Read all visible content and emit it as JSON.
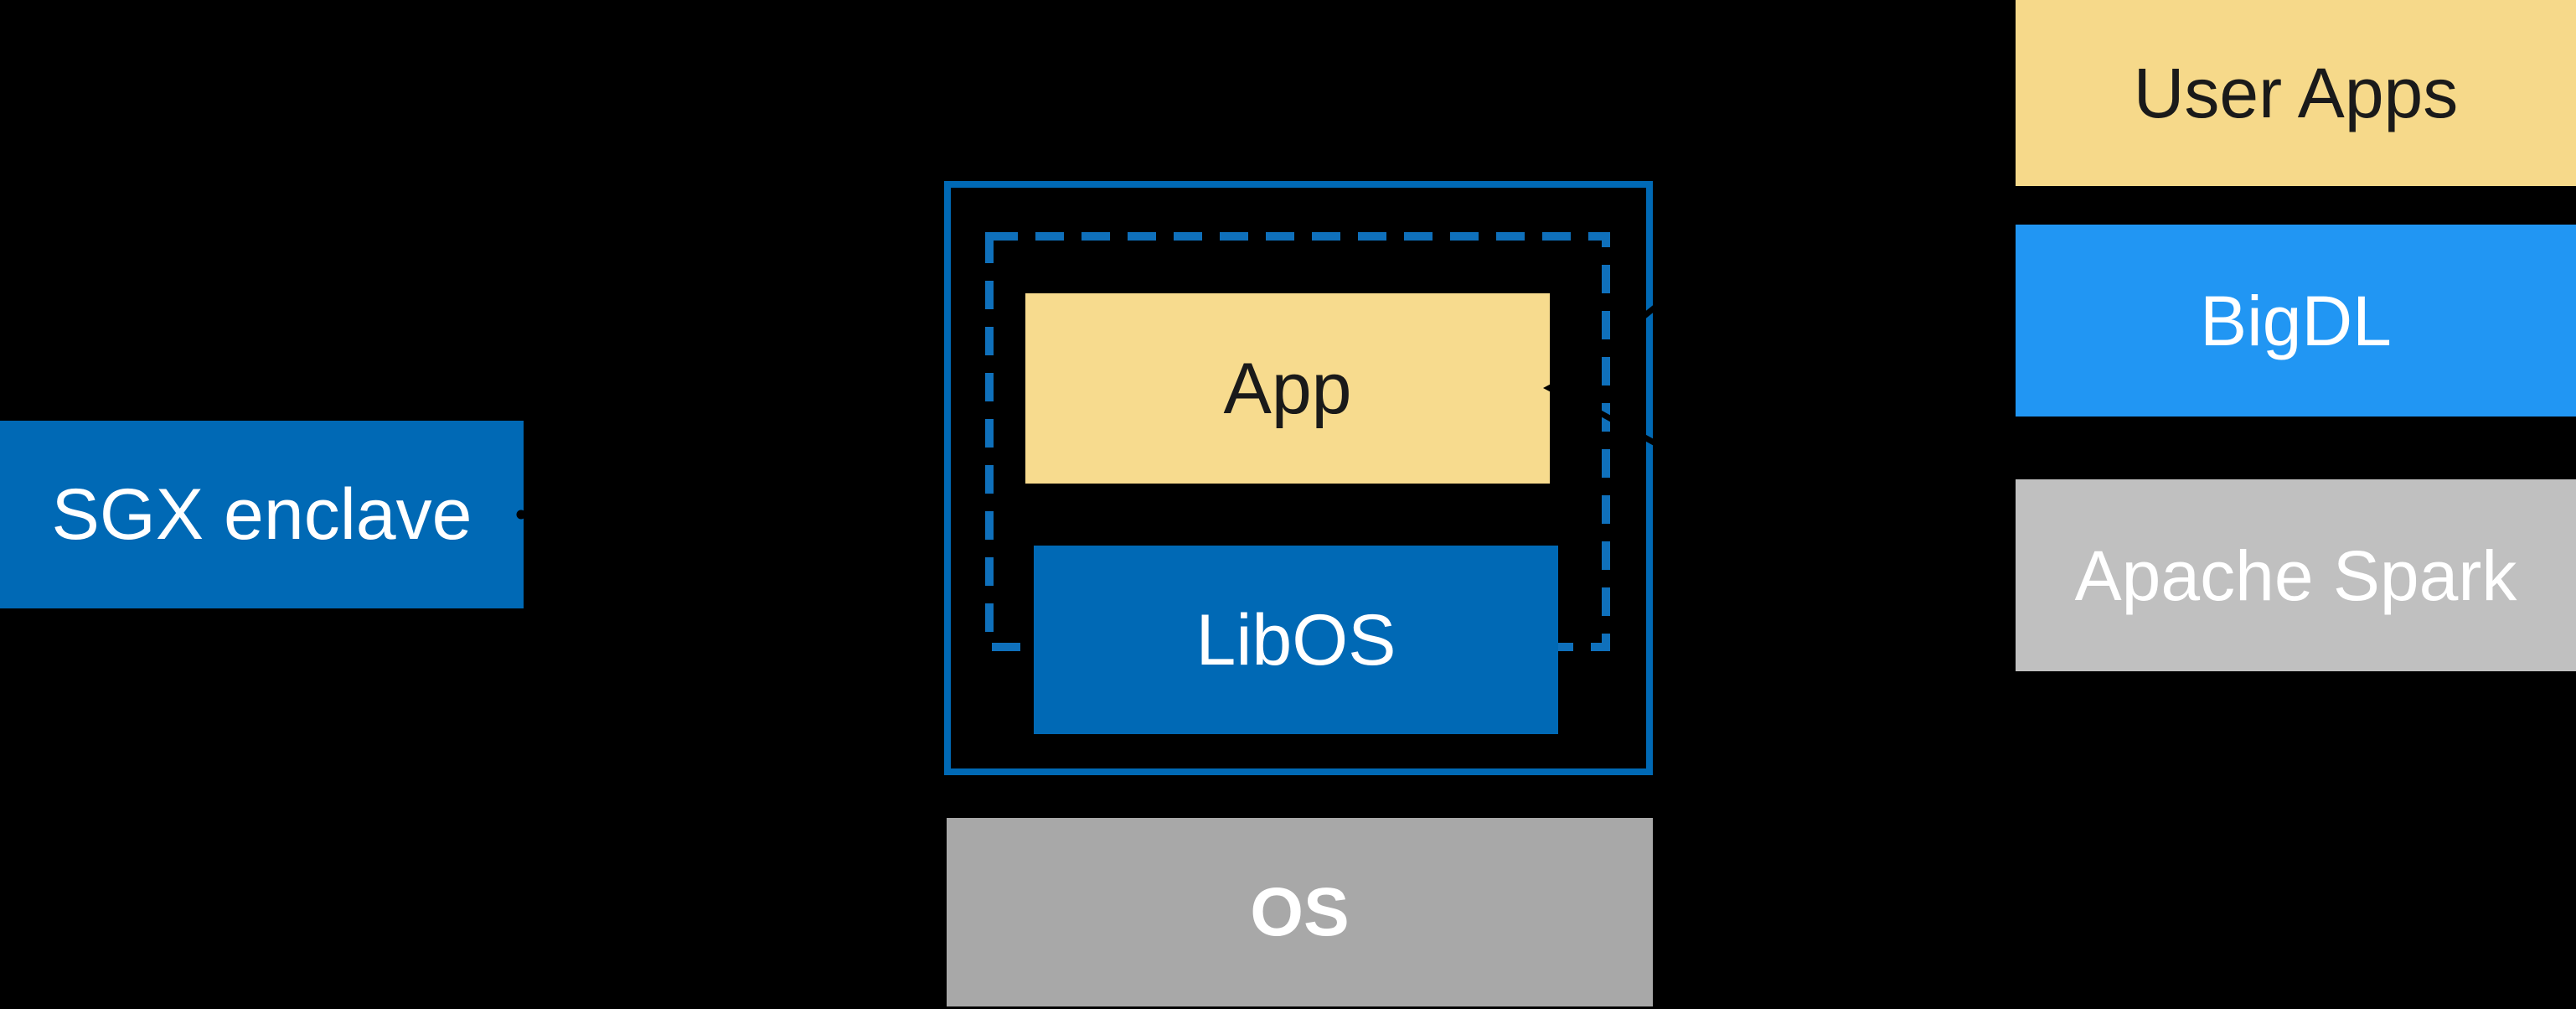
{
  "diagram": {
    "background_color": "#000000",
    "sgx_callout": {
      "label": "SGX enclave",
      "fill_color": "#0069b5",
      "text_color": "#ffffff"
    },
    "enclave": {
      "border_color": "#0069b5",
      "dashed_boundary_color": "#0f70bb",
      "app": {
        "label": "App",
        "fill_color": "#f7db8e",
        "text_color": "#1a1a1a"
      },
      "libos": {
        "label": "LibOS",
        "fill_color": "#0069b5",
        "text_color": "#ffffff"
      }
    },
    "os": {
      "label": "OS",
      "fill_color": "#a8a8a8",
      "text_color": "#ffffff"
    },
    "stack": {
      "items": [
        {
          "label": "User Apps",
          "fill_color": "#f6d98a",
          "text_color": "#1a1a1a"
        },
        {
          "label": "BigDL",
          "fill_color": "#2196f3",
          "text_color": "#ffffff"
        },
        {
          "label": "Apache Spark",
          "fill_color": "#c0c0c0",
          "text_color": "#ffffff"
        }
      ]
    },
    "connectors": {
      "bracket_line_color": "#000000",
      "callout_dotted_line_color": "#000000"
    }
  }
}
